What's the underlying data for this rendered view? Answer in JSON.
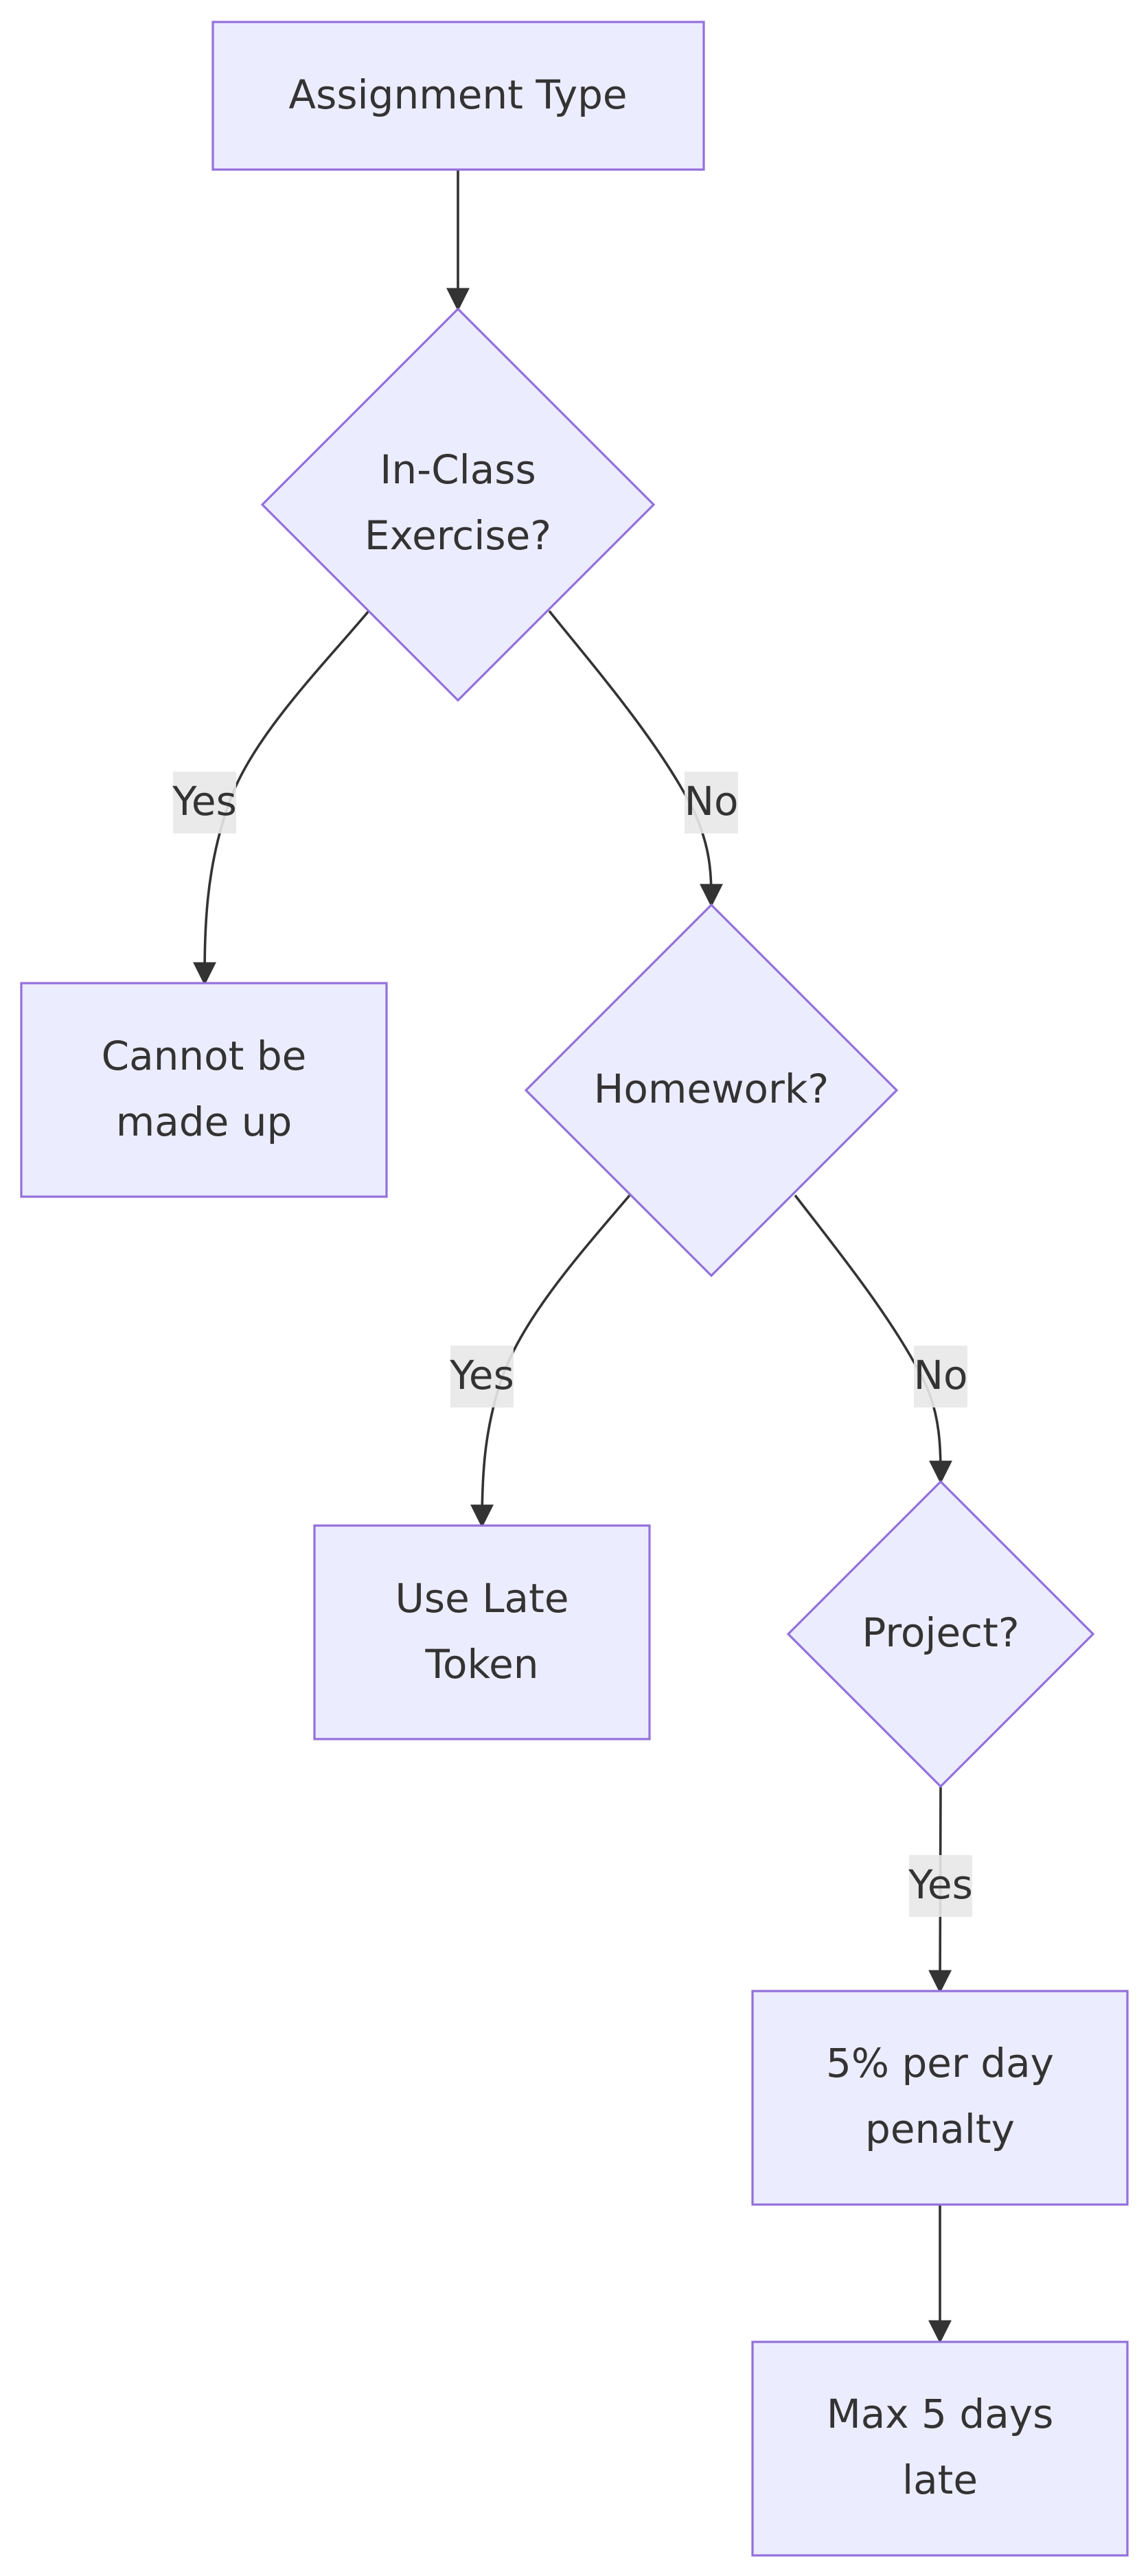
{
  "diagram": {
    "nodes": {
      "assignment_type": {
        "lines": [
          "Assignment Type"
        ]
      },
      "in_class": {
        "lines": [
          "In-Class",
          "Exercise?"
        ]
      },
      "cannot_makeup": {
        "lines": [
          "Cannot be",
          "made up"
        ]
      },
      "homework": {
        "lines": [
          "Homework?"
        ]
      },
      "late_token": {
        "lines": [
          "Use Late",
          "Token"
        ]
      },
      "project": {
        "lines": [
          "Project?"
        ]
      },
      "penalty": {
        "lines": [
          "5% per day",
          "penalty"
        ]
      },
      "max_days": {
        "lines": [
          "Max 5 days",
          "late"
        ]
      }
    },
    "edges": {
      "in_class_yes": "Yes",
      "in_class_no": "No",
      "homework_yes": "Yes",
      "homework_no": "No",
      "project_yes": "Yes"
    },
    "colors": {
      "node_fill": "#ececff",
      "node_stroke": "#9370db",
      "edge": "#333333",
      "text": "#333333",
      "label_bg": "#e8e8e8"
    }
  }
}
